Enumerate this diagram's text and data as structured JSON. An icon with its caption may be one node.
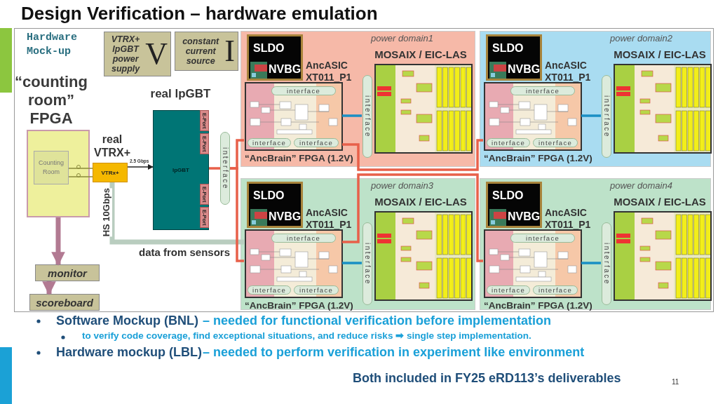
{
  "diagram": {
    "title": "Design Verification – hardware emulation",
    "nodes": [
      {
        "text": [
          "“counting room” FPGA"
        ]
      },
      {
        "text": [
          "Counting Room"
        ],
        "in": 0
      },
      {
        "text": [
          "real VTRX+",
          "VTRx+"
        ]
      },
      {
        "text": [
          "real lpGBT",
          "lpGBT"
        ]
      },
      {
        "text": [
          "E-Port"
        ],
        "in": 3
      },
      {
        "text": [
          "E-Port"
        ],
        "in": 3
      },
      {
        "text": [
          "E-Port"
        ],
        "in": 3
      },
      {
        "text": [
          "E-Port"
        ],
        "in": 3
      },
      {
        "text": [
          "interface"
        ]
      },
      {
        "text": [
          "monitor"
        ]
      },
      {
        "text": [
          "scoreboard"
        ]
      },
      {
        "text": [
          "VTRX+ lpGBT power supply",
          "V"
        ]
      },
      {
        "text": [
          "constant current source",
          "I"
        ]
      },
      {
        "text": [
          "power domain1"
        ]
      },
      {
        "text": [
          "SLDO",
          "NVBG"
        ],
        "in": 13,
        "beside": [
          "AncASIC XT011_P1"
        ]
      },
      {
        "text": [
          "“AncBrain” FPGA (1.2V)"
        ],
        "in": 13
      },
      {
        "text": [
          "interface"
        ],
        "in": 15
      },
      {
        "text": [
          "interface"
        ],
        "in": 15
      },
      {
        "text": [
          "interface"
        ],
        "in": 15
      },
      {
        "text": [
          "interface"
        ],
        "in": 13
      },
      {
        "text": [
          "MOSAIX / EIC-LAS"
        ],
        "in": 13
      },
      {
        "text": [
          "power domain2"
        ]
      },
      {
        "text": [
          "SLDO",
          "NVBG"
        ],
        "in": 21,
        "beside": [
          "AncASIC XT011_P1"
        ]
      },
      {
        "text": [
          "“AncBrain” FPGA (1.2V)"
        ],
        "in": 21
      },
      {
        "text": [
          "interface"
        ],
        "in": 23
      },
      {
        "text": [
          "interface"
        ],
        "in": 23
      },
      {
        "text": [
          "interface"
        ],
        "in": 23
      },
      {
        "text": [
          "interface"
        ],
        "in": 21
      },
      {
        "text": [
          "MOSAIX / EIC-LAS"
        ],
        "in": 21
      },
      {
        "text": [
          "power domain3"
        ]
      },
      {
        "text": [
          "SLDO",
          "NVBG"
        ],
        "in": 29,
        "beside": [
          "AncASIC XT011_P1"
        ]
      },
      {
        "text": [
          "“AncBrain” FPGA (1.2V)"
        ],
        "in": 29
      },
      {
        "text": [
          "interface"
        ],
        "in": 31
      },
      {
        "text": [
          "interface"
        ],
        "in": 31
      },
      {
        "text": [
          "interface"
        ],
        "in": 31
      },
      {
        "text": [
          "interface"
        ],
        "in": 29
      },
      {
        "text": [
          "MOSAIX / EIC-LAS"
        ],
        "in": 29
      },
      {
        "text": [
          "power domain4"
        ]
      },
      {
        "text": [
          "SLDO",
          "NVBG"
        ],
        "in": 37,
        "beside": [
          "AncASIC XT011_P1"
        ]
      },
      {
        "text": [
          "“AncBrain” FPGA (1.2V)"
        ],
        "in": 37
      },
      {
        "text": [
          "interface"
        ],
        "in": 39
      },
      {
        "text": [
          "interface"
        ],
        "in": 39
      },
      {
        "text": [
          "interface"
        ],
        "in": 39
      },
      {
        "text": [
          "interface"
        ],
        "in": 37
      },
      {
        "text": [
          "MOSAIX / EIC-LAS"
        ],
        "in": 37
      }
    ],
    "edges": [
      {
        "from": 1,
        "to": 2,
        "arrow": "none",
        "color": "#8a8a3a"
      },
      {
        "from": 1,
        "to": 2,
        "arrow": "none",
        "color": "#8a8a3a"
      },
      {
        "from": 2,
        "to": 3,
        "arrow": "to",
        "label": "2.5 Gbps",
        "color": "#222222"
      },
      {
        "from": 2,
        "to": 31,
        "arrow": "none",
        "label": "HS 10Gbps",
        "style": "thick",
        "color": "#b9cdbf"
      },
      {
        "from": 3,
        "to": 8,
        "arrow": "none",
        "color": "#e8604a"
      },
      {
        "from": 8,
        "to": 15,
        "arrow": "none",
        "color": "#e8604a"
      },
      {
        "from": 8,
        "to": 31,
        "arrow": "none",
        "color": "#e8604a"
      },
      {
        "from": 15,
        "to": 23,
        "arrow": "none",
        "color": "#e8604a"
      },
      {
        "from": 31,
        "to": 39,
        "arrow": "none",
        "color": "#e8604a"
      },
      {
        "from": 15,
        "to": 19,
        "arrow": "none",
        "color": "#1a8fc4"
      },
      {
        "from": 23,
        "to": 27,
        "arrow": "none",
        "color": "#1a8fc4"
      },
      {
        "from": 31,
        "to": 35,
        "arrow": "none",
        "color": "#1a8fc4"
      },
      {
        "from": 39,
        "to": 43,
        "arrow": "none",
        "color": "#1a8fc4"
      },
      {
        "from": 0,
        "to": 9,
        "arrow": "to",
        "style": "thick",
        "color": "#b27a92"
      },
      {
        "from": 9,
        "to": 10,
        "arrow": "to",
        "style": "thick",
        "color": "#b27a92"
      }
    ],
    "labels": [
      "Hardware Mock-up",
      "data from sensors",
      "Software Mockup (BNL)",
      "– needed for functional verification before implementation",
      "to verify code coverage, find exceptional situations, and reduce risks ➡ single step implementation.",
      "Hardware mockup (LBL)",
      "– needed to perform verification in experiment like environment",
      "Both included in FY25 eRD113’s deliverables",
      "11"
    ]
  }
}
